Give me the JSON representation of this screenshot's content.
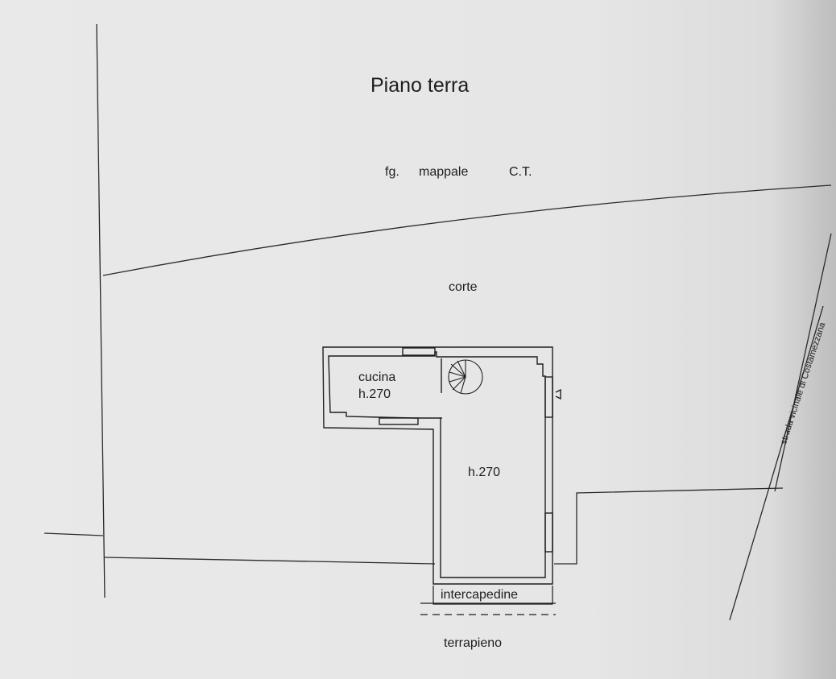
{
  "title": "Piano terra",
  "cadastral": {
    "fg": "fg.",
    "mappale": "mappale",
    "ct": "C.T."
  },
  "labels": {
    "courtyard": "corte",
    "kitchen": "cucina",
    "kitchen_height": "h.270",
    "room_height": "h.270",
    "cavity": "intercapedine",
    "embankment": "terrapieno",
    "road": "strada vicinale di Costamezzana"
  }
}
